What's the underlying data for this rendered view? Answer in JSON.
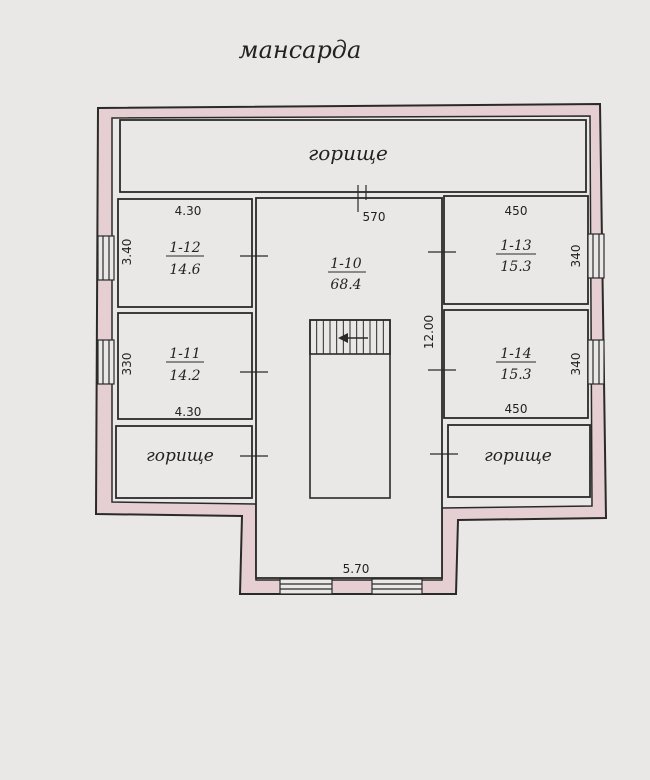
{
  "plan": {
    "title": "мансарда",
    "attic_top": "горище",
    "attic_left": "горище",
    "attic_right": "горище",
    "rooms": {
      "r112": {
        "id": "1-12",
        "area": "14.6"
      },
      "r111": {
        "id": "1-11",
        "area": "14.2"
      },
      "r110": {
        "id": "1-10",
        "area": "68.4"
      },
      "r113": {
        "id": "1-13",
        "area": "15.3"
      },
      "r114": {
        "id": "1-14",
        "area": "15.3"
      }
    },
    "dims": {
      "top_left_width": "4.30",
      "bottom_left_width": "4.30",
      "left_top_height": "3.40",
      "left_bottom_height": "330",
      "center_top_width": "570",
      "center_height": "12.00",
      "center_bottom_width": "5.70",
      "top_right_width": "450",
      "bottom_right_width": "450",
      "right_top_height": "340",
      "right_bottom_height": "340"
    }
  },
  "colors": {
    "paper": "#e9e8e6",
    "wall_fill": "#e6cfd2",
    "ink": "#2a2a2a"
  }
}
